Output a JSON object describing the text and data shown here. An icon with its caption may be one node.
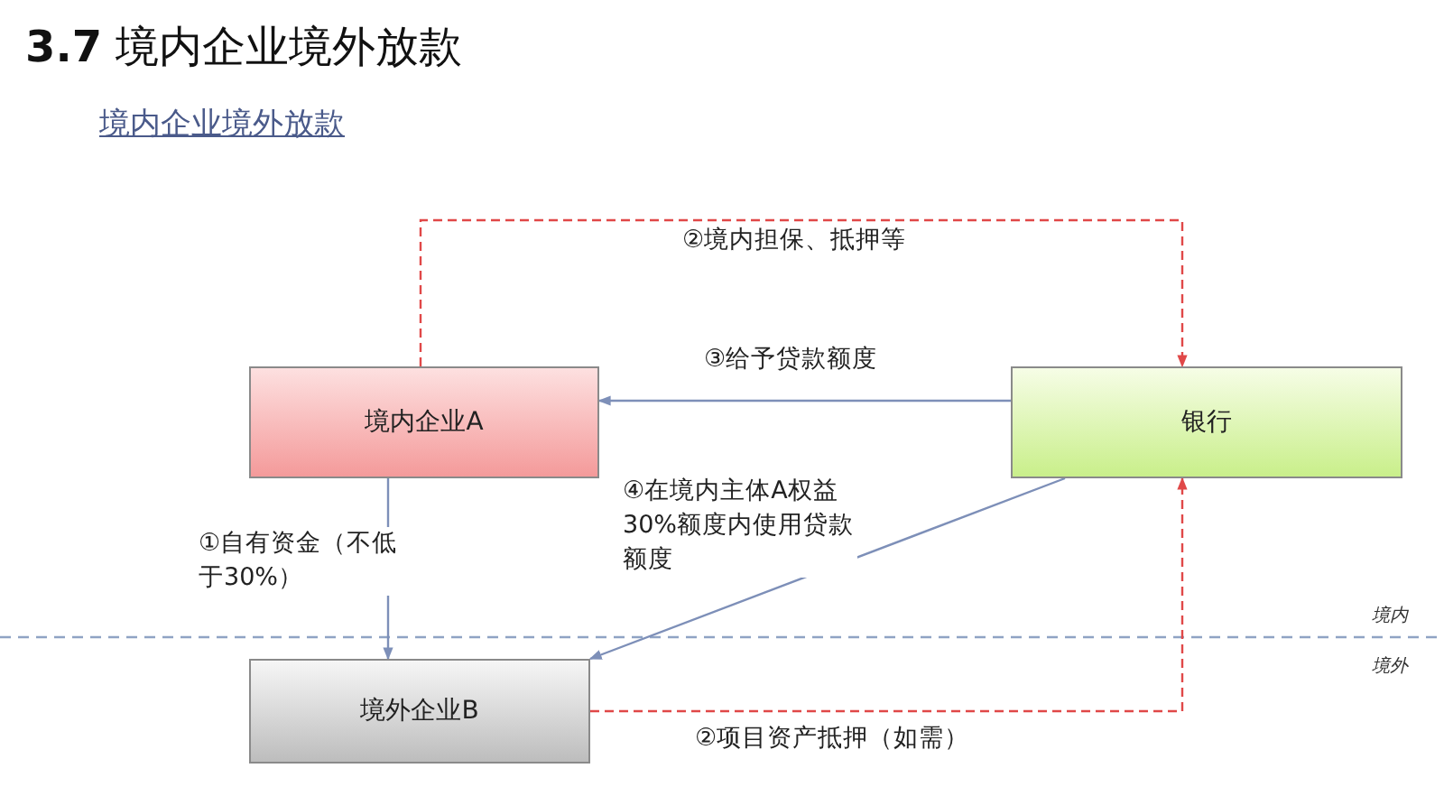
{
  "diagram": {
    "title": "**3.7** 境内企业境外放款",
    "nodes": [
      {
        "text": [
          "境内企业A"
        ]
      },
      {
        "text": [
          "银行"
        ]
      },
      {
        "text": [
          "境外企业B"
        ]
      }
    ],
    "edges": [
      {
        "from": 0,
        "to": 1,
        "arrow": "to",
        "label": "②境内担保、抵押等",
        "style": "dashed",
        "color": "#e04848"
      },
      {
        "from": 1,
        "to": 0,
        "arrow": "to",
        "label": "③给予贷款额度"
      },
      {
        "from": 0,
        "to": 2,
        "arrow": "to",
        "label": "①自有资金（不低于30%）"
      },
      {
        "from": 1,
        "to": 2,
        "arrow": "to",
        "label": "④在境内主体A权益30%额度内使用贷款额度"
      },
      {
        "from": 2,
        "to": 1,
        "arrow": "to",
        "label": "②项目资产抵押（如需）",
        "style": "dashed",
        "color": "#e04848"
      }
    ],
    "labels": [
      "境内企业境外放款",
      "境内",
      "境外"
    ]
  }
}
